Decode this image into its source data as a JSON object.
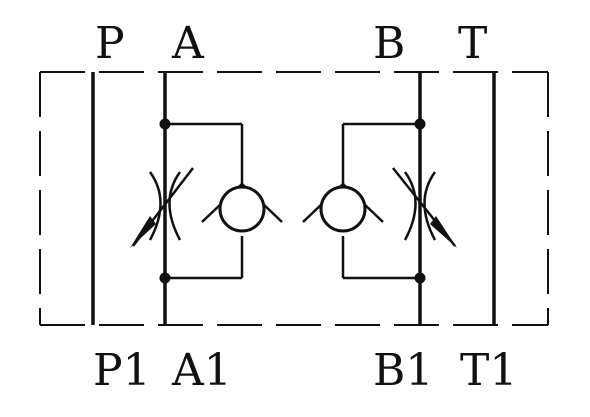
{
  "ports": {
    "top": {
      "p": "P",
      "a": "A",
      "b": "B",
      "t": "T"
    },
    "bottom": {
      "p1": "P1",
      "a1": "A1",
      "b1": "B1",
      "t1": "T1"
    }
  },
  "colors": {
    "line": "#111111",
    "background": "#ffffff"
  }
}
